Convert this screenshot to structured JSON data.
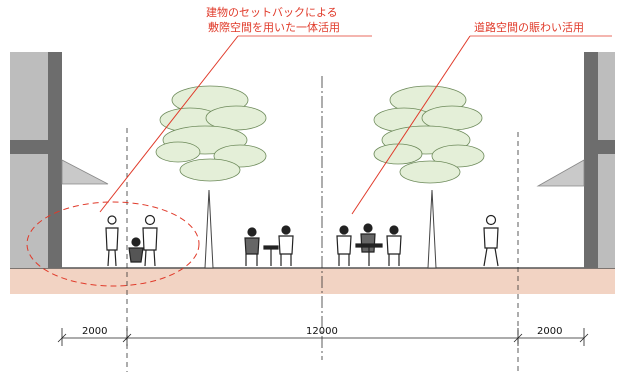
{
  "annotations": {
    "left_line1": "建物のセットバックによる",
    "left_line2": "敷際空間を用いた一体活用",
    "right": "道路空間の賑わい活用"
  },
  "dimensions": {
    "left": "2000",
    "center": "12000",
    "right": "2000"
  },
  "colors": {
    "annotation": "#e03a2a",
    "ground": "#f2d3c3",
    "building": "#bdbdbd",
    "tree_leaf": "#e4efd8"
  }
}
